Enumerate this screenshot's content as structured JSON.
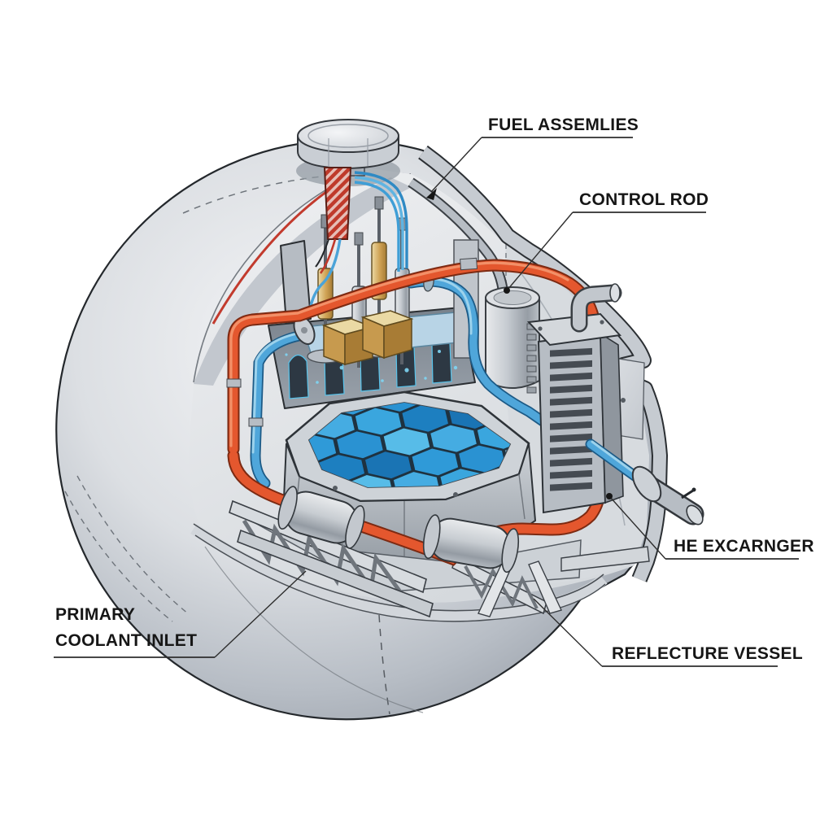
{
  "labels": {
    "fuel_assemblies": "FUEL ASSEMLIES",
    "control_rod": "CONTROL ROD",
    "heat_exchanger": "HE EXCARNGER",
    "reflector_vessel": "REFLECTURE VESSEL",
    "primary_coolant_line1": "PRIMARY",
    "primary_coolant_line2": "COOLANT INLET"
  },
  "colors": {
    "background": "#ffffff",
    "label_text": "#161616",
    "leader": "#2e2e2e",
    "hot_pipe": "#e4572e",
    "hot_pipe_dark": "#7c2a12",
    "hot_pipe_light": "#f59a72",
    "cold_pipe": "#4fa6da",
    "cold_pipe_dark": "#1c5a86",
    "cold_pipe_light": "#a9d9ef",
    "fuel_glow": "#2f9ad8",
    "glow_cyan": "#7fd6f5",
    "gold": "#cfa254",
    "hatch_red": "#bf3a2b",
    "steel_light": "#e8eaed",
    "steel_mid": "#b9bfc6",
    "steel_dark": "#8d949d",
    "outline": "#2b2f33"
  },
  "fuel_cell_blues": [
    "#57bce8",
    "#2f9ad8",
    "#1d7fc0",
    "#45ace2",
    "#2a92d2",
    "#1a74b4",
    "#3aa6de"
  ]
}
